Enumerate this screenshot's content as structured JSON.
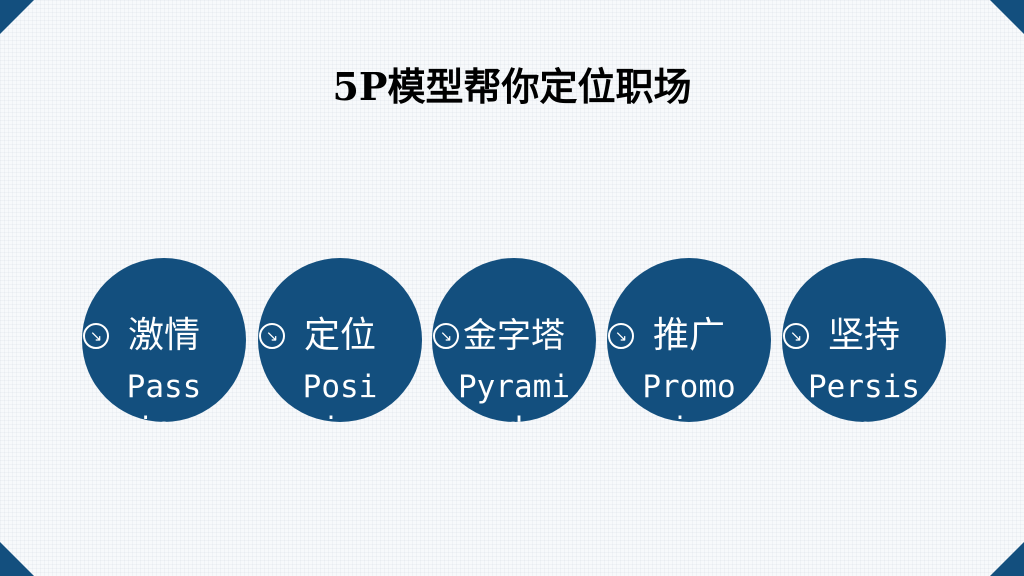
{
  "title": "5P模型帮你定位职场",
  "items": [
    {
      "zh": "激情",
      "en": "Pass\nion"
    },
    {
      "zh": "定位",
      "en": "Posi\ntion"
    },
    {
      "zh": "金字塔",
      "en": "Pyrami\nd"
    },
    {
      "zh": "推广",
      "en": "Promo\ntion"
    },
    {
      "zh": "坚持",
      "en": "Persis\ntence"
    }
  ],
  "colors": {
    "accent": "#134f7e",
    "background": "#f7f9fb"
  },
  "icons": {
    "item_marker": "arrow-down-right-icon"
  }
}
